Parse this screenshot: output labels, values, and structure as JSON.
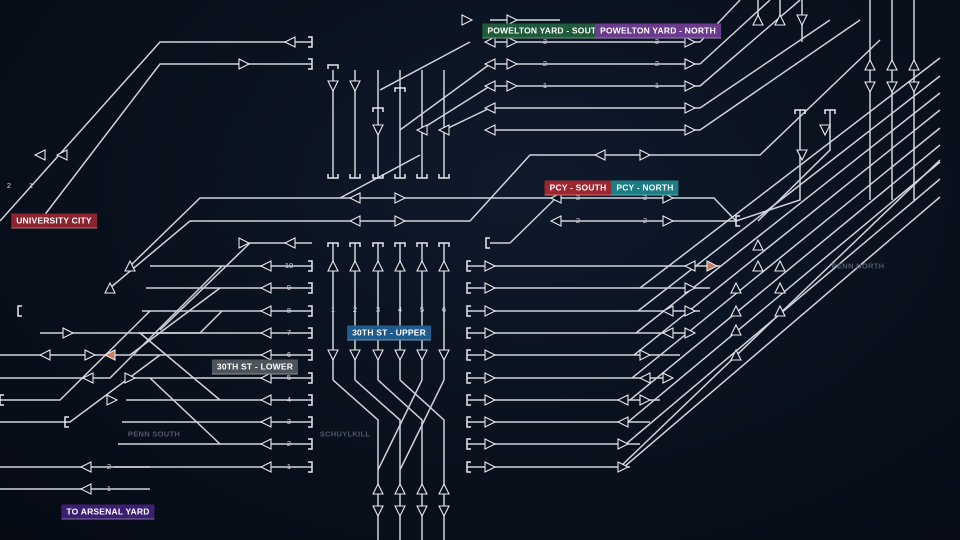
{
  "colors": {
    "background": "#070d17",
    "track": "#cfd3da",
    "signal_lit": "#c97b59",
    "area_label": "#4e5a69"
  },
  "labels": {
    "powelton_south": {
      "text": "POWELTON YARD - SOUTH",
      "color": "#1f5a3a"
    },
    "powelton_north": {
      "text": "POWELTON YARD - NORTH",
      "color": "#6a3b8c"
    },
    "pcy_south": {
      "text": "PCY - SOUTH",
      "color": "#9e2630"
    },
    "pcy_north": {
      "text": "PCY - NORTH",
      "color": "#1b7d86"
    },
    "university_city": {
      "text": "UNIVERSITY CITY",
      "color": "#8e2330"
    },
    "thirtieth_upper": {
      "text": "30TH ST - UPPER",
      "color": "#1f5b8e"
    },
    "thirtieth_lower": {
      "text": "30TH ST - LOWER",
      "color": "#4d545c"
    },
    "to_arsenal": {
      "text": "TO ARSENAL YARD",
      "color": "#3c1f72"
    }
  },
  "areas": {
    "penn_north": "PENN NORTH",
    "penn_south": "PENN SOUTH",
    "schuylkill": "SCHUYLKILL"
  },
  "track_numbers": {
    "lower": [
      "10",
      "9",
      "8",
      "7",
      "6",
      "5",
      "4",
      "3",
      "2",
      "1"
    ],
    "upper": [
      "1",
      "2",
      "3",
      "4",
      "5",
      "6"
    ],
    "powelton_south": [
      "3",
      "2",
      "1"
    ],
    "powelton_north": [
      "3",
      "2",
      "1"
    ],
    "pcy_south": [
      "3",
      "2"
    ],
    "pcy_north": [
      "3",
      "2"
    ],
    "arsenal": [
      "2",
      "1"
    ],
    "university_city": [
      "2",
      "1"
    ]
  }
}
